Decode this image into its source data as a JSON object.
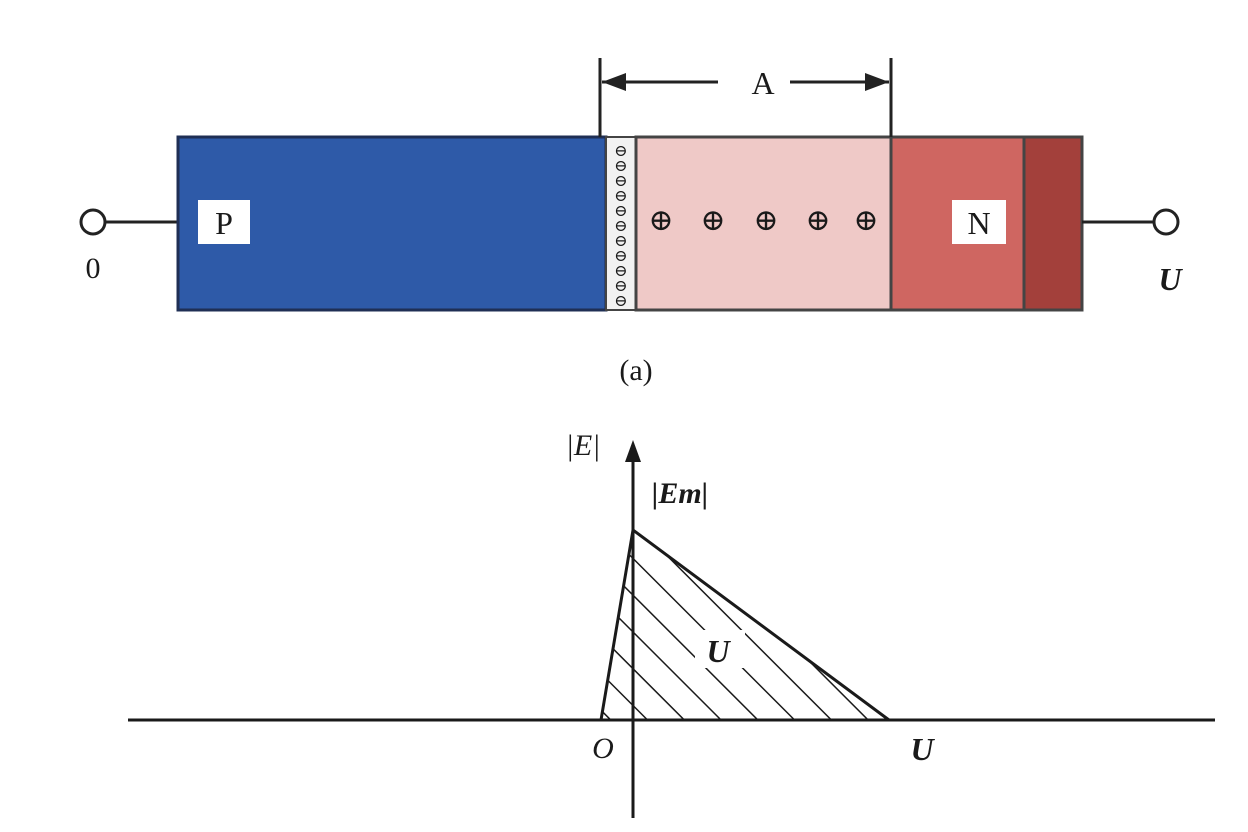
{
  "device": {
    "p_label": "P",
    "n_label": "N",
    "depletion_label": "A",
    "left_terminal_label": "0",
    "right_terminal_label": "U",
    "plus_sign": "⊕",
    "minus_sign": "⊖",
    "caption": "(a)",
    "colors": {
      "p_region": "#2e5aa8",
      "depletion_n": "#efc9c7",
      "n_region": "#cf6661",
      "contact": "#a3403b"
    }
  },
  "field_plot": {
    "y_axis_label": "|E|",
    "peak_label": "|Em|",
    "area_label": "U",
    "origin_label": "O",
    "end_label": "U"
  }
}
